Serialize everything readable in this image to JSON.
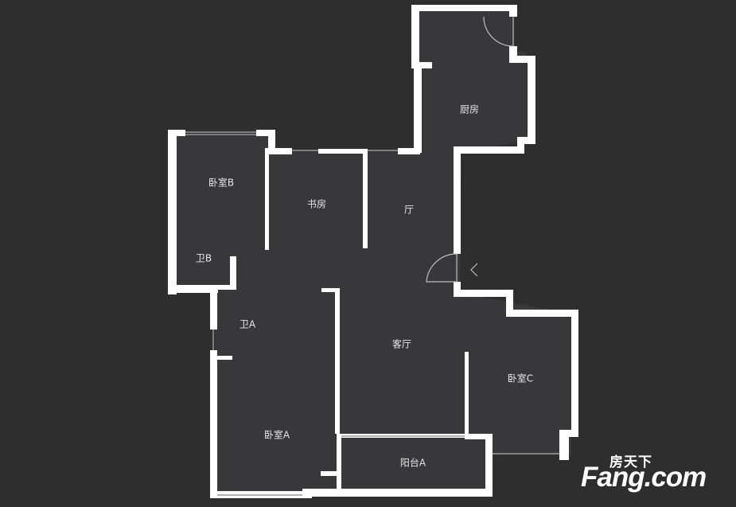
{
  "rooms": {
    "kitchen": "厨房",
    "bedroom_b": "卧室B",
    "study": "书房",
    "hall": "厅",
    "bath_b": "卫B",
    "bath_a": "卫A",
    "living_room": "客厅",
    "bedroom_c": "卧室C",
    "bedroom_a": "卧室A",
    "balcony_a": "阳台A"
  },
  "watermark": {
    "brand_cn": "房天下",
    "brand_en": "Fang.com"
  },
  "colors": {
    "background": "#2e2e2f",
    "wall": "#ffffff",
    "floor": "#3a3a3b"
  }
}
